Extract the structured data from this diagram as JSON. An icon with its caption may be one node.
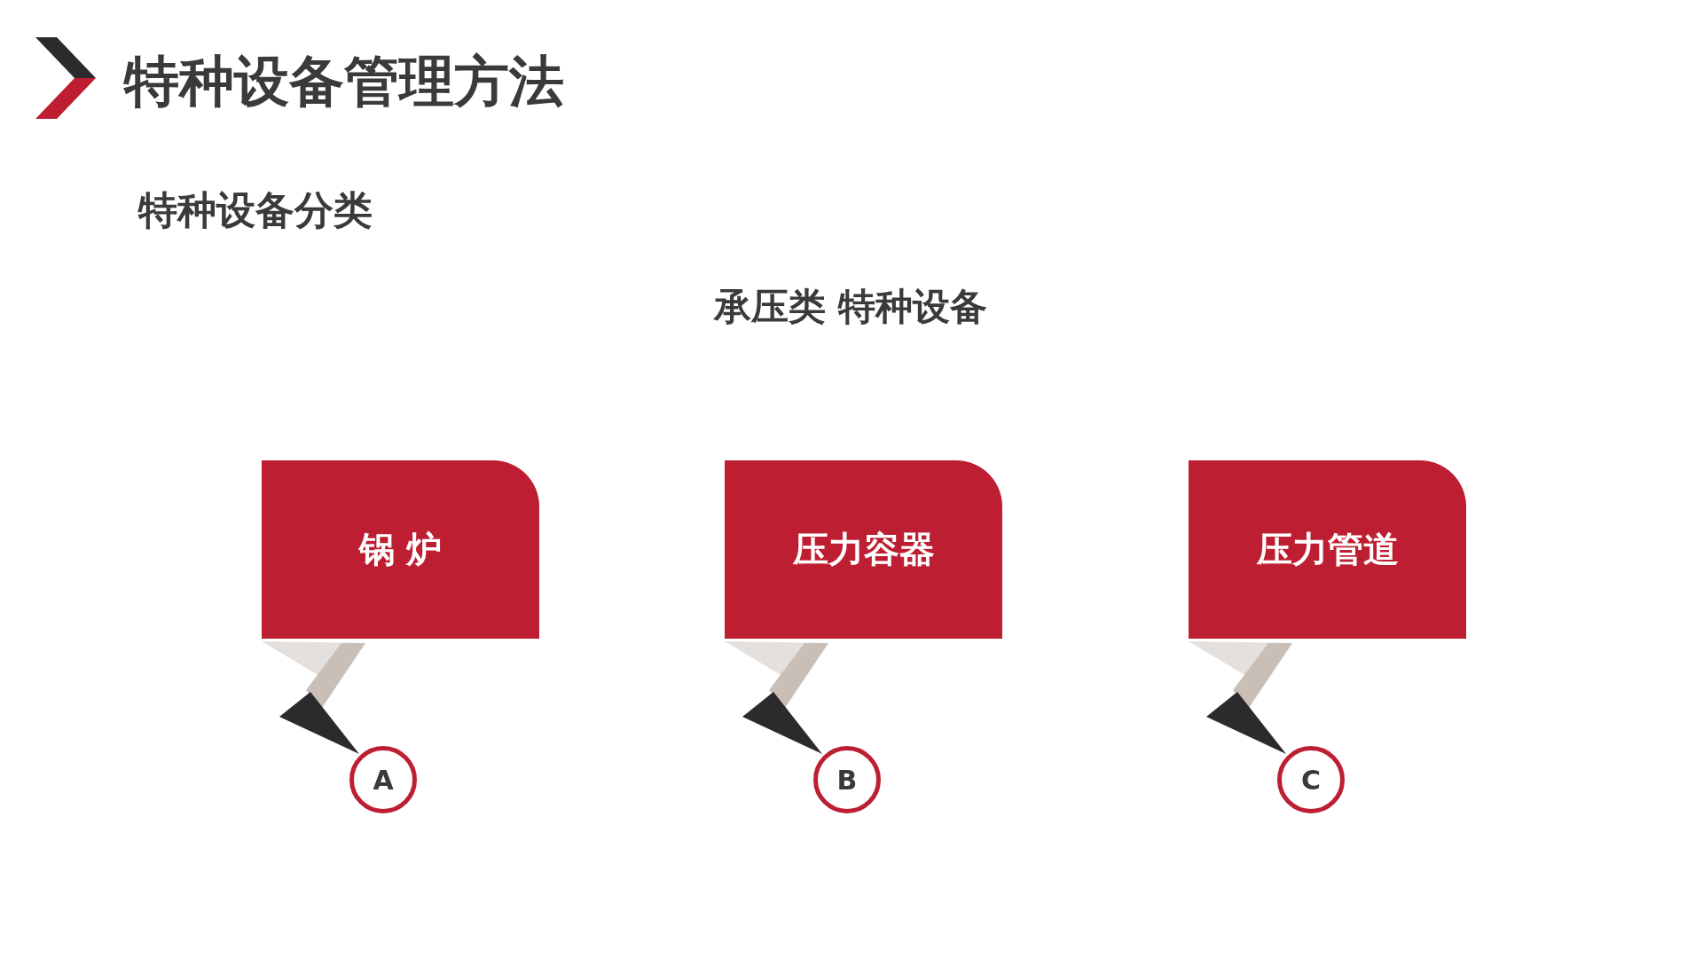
{
  "diagram": {
    "title": "特种设备管理方法",
    "nodes": [
      {
        "text": [
          "锅 炉"
        ]
      },
      {
        "text": [
          "压力容器"
        ]
      },
      {
        "text": [
          "压力管道"
        ]
      },
      {
        "text": [
          "A"
        ]
      },
      {
        "text": [
          "B"
        ]
      },
      {
        "text": [
          "C"
        ]
      }
    ],
    "labels": [
      "特种设备分类",
      "承压类 特种设备"
    ]
  }
}
